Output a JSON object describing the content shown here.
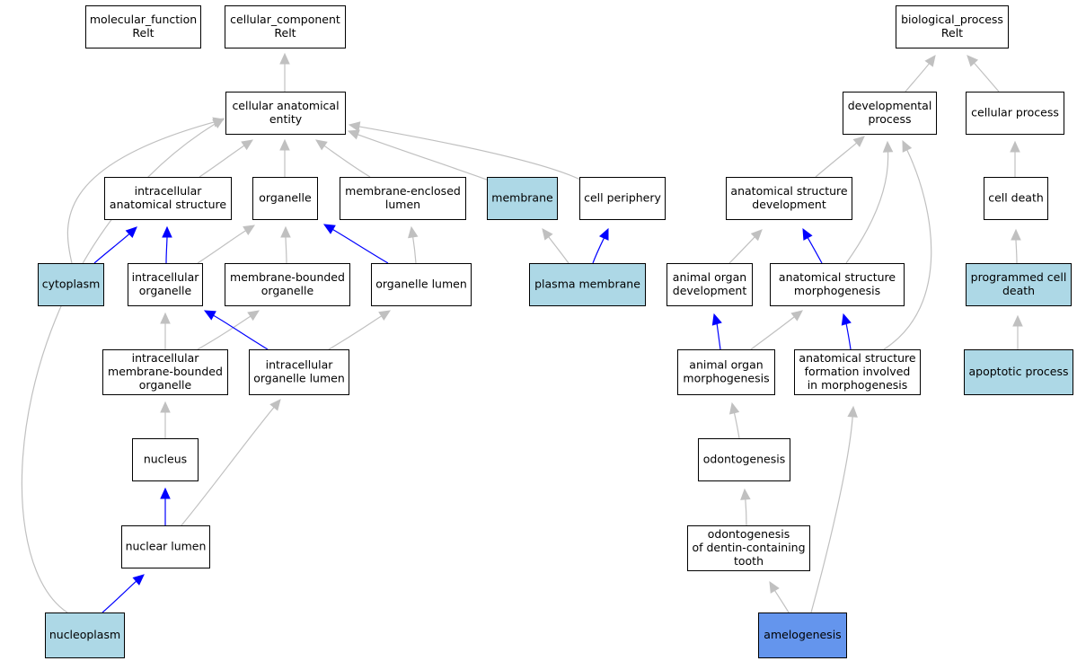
{
  "colors": {
    "plain": "#ffffff",
    "highlight": "#add8e6",
    "query": "#6495ed",
    "edge_is_a": "#c0c0c0",
    "edge_part_of": "#0000ff"
  },
  "nodes": [
    {
      "id": "molecular_function",
      "lines": [
        "molecular_function",
        "Relt"
      ],
      "fill": "plain"
    },
    {
      "id": "cellular_component",
      "lines": [
        "cellular_component",
        "Relt"
      ],
      "fill": "plain"
    },
    {
      "id": "cellular_anatomical_entity",
      "lines": [
        "cellular anatomical",
        "entity"
      ],
      "fill": "plain"
    },
    {
      "id": "intracellular_anatomical_structure",
      "lines": [
        "intracellular",
        "anatomical structure"
      ],
      "fill": "plain"
    },
    {
      "id": "organelle",
      "lines": [
        "organelle"
      ],
      "fill": "plain"
    },
    {
      "id": "membrane_enclosed_lumen",
      "lines": [
        "membrane-enclosed",
        "lumen"
      ],
      "fill": "plain"
    },
    {
      "id": "membrane",
      "lines": [
        "membrane"
      ],
      "fill": "highlight"
    },
    {
      "id": "cell_periphery",
      "lines": [
        "cell periphery"
      ],
      "fill": "plain"
    },
    {
      "id": "cytoplasm",
      "lines": [
        "cytoplasm"
      ],
      "fill": "highlight"
    },
    {
      "id": "intracellular_organelle",
      "lines": [
        "intracellular",
        "organelle"
      ],
      "fill": "plain"
    },
    {
      "id": "membrane_bounded_organelle",
      "lines": [
        "membrane-bounded",
        "organelle"
      ],
      "fill": "plain"
    },
    {
      "id": "organelle_lumen",
      "lines": [
        "organelle lumen"
      ],
      "fill": "plain"
    },
    {
      "id": "plasma_membrane",
      "lines": [
        "plasma membrane"
      ],
      "fill": "highlight"
    },
    {
      "id": "intracellular_membrane_bounded_organelle",
      "lines": [
        "intracellular",
        "membrane-bounded",
        "organelle"
      ],
      "fill": "plain"
    },
    {
      "id": "intracellular_organelle_lumen",
      "lines": [
        "intracellular",
        "organelle lumen"
      ],
      "fill": "plain"
    },
    {
      "id": "nucleus",
      "lines": [
        "nucleus"
      ],
      "fill": "plain"
    },
    {
      "id": "nuclear_lumen",
      "lines": [
        "nuclear lumen"
      ],
      "fill": "plain"
    },
    {
      "id": "nucleoplasm",
      "lines": [
        "nucleoplasm"
      ],
      "fill": "highlight"
    },
    {
      "id": "biological_process",
      "lines": [
        "biological_process",
        "Relt"
      ],
      "fill": "plain"
    },
    {
      "id": "developmental_process",
      "lines": [
        "developmental",
        "process"
      ],
      "fill": "plain"
    },
    {
      "id": "cellular_process",
      "lines": [
        "cellular process"
      ],
      "fill": "plain"
    },
    {
      "id": "anatomical_structure_development",
      "lines": [
        "anatomical structure",
        "development"
      ],
      "fill": "plain"
    },
    {
      "id": "cell_death",
      "lines": [
        "cell death"
      ],
      "fill": "plain"
    },
    {
      "id": "animal_organ_development",
      "lines": [
        "animal organ",
        "development"
      ],
      "fill": "plain"
    },
    {
      "id": "anatomical_structure_morphogenesis",
      "lines": [
        "anatomical structure",
        "morphogenesis"
      ],
      "fill": "plain"
    },
    {
      "id": "programmed_cell_death",
      "lines": [
        "programmed cell",
        "death"
      ],
      "fill": "highlight"
    },
    {
      "id": "animal_organ_morphogenesis",
      "lines": [
        "animal organ",
        "morphogenesis"
      ],
      "fill": "plain"
    },
    {
      "id": "anatomical_structure_formation",
      "lines": [
        "anatomical structure",
        "formation involved",
        "in morphogenesis"
      ],
      "fill": "plain"
    },
    {
      "id": "apoptotic_process",
      "lines": [
        "apoptotic process"
      ],
      "fill": "highlight"
    },
    {
      "id": "odontogenesis",
      "lines": [
        "odontogenesis"
      ],
      "fill": "plain"
    },
    {
      "id": "odontogenesis_dentin",
      "lines": [
        "odontogenesis",
        "of dentin-containing",
        "tooth"
      ],
      "fill": "plain"
    },
    {
      "id": "amelogenesis",
      "lines": [
        "amelogenesis"
      ],
      "fill": "query"
    }
  ],
  "edges": [
    {
      "from": "cellular_anatomical_entity",
      "to": "cellular_component",
      "type": "is_a"
    },
    {
      "from": "intracellular_anatomical_structure",
      "to": "cellular_anatomical_entity",
      "type": "is_a"
    },
    {
      "from": "organelle",
      "to": "cellular_anatomical_entity",
      "type": "is_a"
    },
    {
      "from": "membrane_enclosed_lumen",
      "to": "cellular_anatomical_entity",
      "type": "is_a"
    },
    {
      "from": "membrane",
      "to": "cellular_anatomical_entity",
      "type": "is_a"
    },
    {
      "from": "cell_periphery",
      "to": "cellular_anatomical_entity",
      "type": "is_a"
    },
    {
      "from": "cytoplasm",
      "to": "cellular_anatomical_entity",
      "type": "is_a"
    },
    {
      "from": "nucleoplasm",
      "to": "cellular_anatomical_entity",
      "type": "is_a"
    },
    {
      "from": "cytoplasm",
      "to": "intracellular_anatomical_structure",
      "type": "part_of"
    },
    {
      "from": "intracellular_organelle",
      "to": "intracellular_anatomical_structure",
      "type": "part_of"
    },
    {
      "from": "intracellular_organelle",
      "to": "organelle",
      "type": "is_a"
    },
    {
      "from": "membrane_bounded_organelle",
      "to": "organelle",
      "type": "is_a"
    },
    {
      "from": "organelle_lumen",
      "to": "organelle",
      "type": "part_of"
    },
    {
      "from": "organelle_lumen",
      "to": "membrane_enclosed_lumen",
      "type": "is_a"
    },
    {
      "from": "plasma_membrane",
      "to": "membrane",
      "type": "is_a"
    },
    {
      "from": "plasma_membrane",
      "to": "cell_periphery",
      "type": "part_of"
    },
    {
      "from": "intracellular_membrane_bounded_organelle",
      "to": "intracellular_organelle",
      "type": "is_a"
    },
    {
      "from": "intracellular_membrane_bounded_organelle",
      "to": "membrane_bounded_organelle",
      "type": "is_a"
    },
    {
      "from": "intracellular_organelle_lumen",
      "to": "intracellular_organelle",
      "type": "part_of"
    },
    {
      "from": "intracellular_organelle_lumen",
      "to": "organelle_lumen",
      "type": "is_a"
    },
    {
      "from": "nucleus",
      "to": "intracellular_membrane_bounded_organelle",
      "type": "is_a"
    },
    {
      "from": "nuclear_lumen",
      "to": "nucleus",
      "type": "part_of"
    },
    {
      "from": "nuclear_lumen",
      "to": "intracellular_organelle_lumen",
      "type": "is_a"
    },
    {
      "from": "nucleoplasm",
      "to": "nuclear_lumen",
      "type": "part_of"
    },
    {
      "from": "developmental_process",
      "to": "biological_process",
      "type": "is_a"
    },
    {
      "from": "cellular_process",
      "to": "biological_process",
      "type": "is_a"
    },
    {
      "from": "anatomical_structure_development",
      "to": "developmental_process",
      "type": "is_a"
    },
    {
      "from": "anatomical_structure_morphogenesis",
      "to": "developmental_process",
      "type": "is_a"
    },
    {
      "from": "anatomical_structure_formation",
      "to": "developmental_process",
      "type": "is_a"
    },
    {
      "from": "cell_death",
      "to": "cellular_process",
      "type": "is_a"
    },
    {
      "from": "animal_organ_development",
      "to": "anatomical_structure_development",
      "type": "is_a"
    },
    {
      "from": "anatomical_structure_morphogenesis",
      "to": "anatomical_structure_development",
      "type": "part_of"
    },
    {
      "from": "programmed_cell_death",
      "to": "cell_death",
      "type": "is_a"
    },
    {
      "from": "animal_organ_morphogenesis",
      "to": "animal_organ_development",
      "type": "part_of"
    },
    {
      "from": "animal_organ_morphogenesis",
      "to": "anatomical_structure_morphogenesis",
      "type": "is_a"
    },
    {
      "from": "anatomical_structure_formation",
      "to": "anatomical_structure_morphogenesis",
      "type": "part_of"
    },
    {
      "from": "apoptotic_process",
      "to": "programmed_cell_death",
      "type": "is_a"
    },
    {
      "from": "odontogenesis",
      "to": "animal_organ_morphogenesis",
      "type": "is_a"
    },
    {
      "from": "odontogenesis_dentin",
      "to": "odontogenesis",
      "type": "is_a"
    },
    {
      "from": "amelogenesis",
      "to": "odontogenesis_dentin",
      "type": "is_a"
    },
    {
      "from": "amelogenesis",
      "to": "anatomical_structure_formation",
      "type": "is_a"
    }
  ]
}
